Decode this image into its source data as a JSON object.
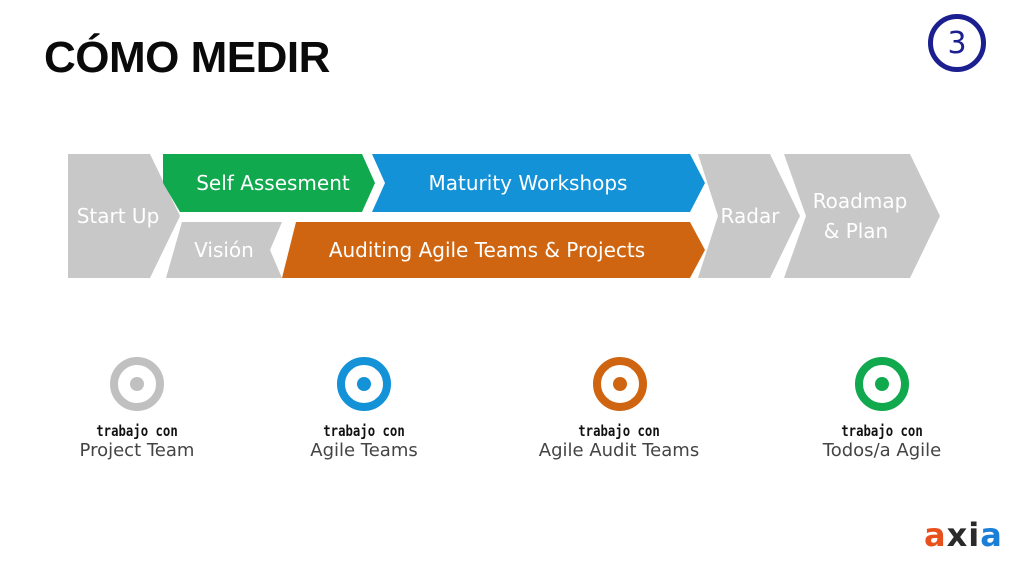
{
  "title": "CÓMO MEDIR",
  "slide_number": "3",
  "colors": {
    "gray": "#c8c8c8",
    "green": "#10a94e",
    "blue": "#1392d8",
    "orange": "#cf6510",
    "navy": "#1c1f8f"
  },
  "flow": {
    "start_up": "Start Up",
    "self_assesment": "Self Assesment",
    "maturity_workshops": "Maturity Workshops",
    "vision": "Visión",
    "auditing": "Auditing Agile Teams & Projects",
    "radar": "Radar",
    "roadmap_line1": "Roadmap",
    "roadmap_line2": "& Plan"
  },
  "targets": [
    {
      "label_small": "trabajo con",
      "label_big": "Project Team",
      "color": "#c0c0c0",
      "icon": "target-icon"
    },
    {
      "label_small": "trabajo con",
      "label_big": "Agile Teams",
      "color": "#1392d8",
      "icon": "target-icon"
    },
    {
      "label_small": "trabajo con",
      "label_big": "Agile Audit Teams",
      "color": "#cf6510",
      "icon": "target-icon"
    },
    {
      "label_small": "trabajo con",
      "label_big": "Todos/a Agile",
      "color": "#10a94e",
      "icon": "target-icon"
    }
  ],
  "logo": {
    "a1": "a",
    "x": "x",
    "i": "i",
    "a2": "a"
  }
}
